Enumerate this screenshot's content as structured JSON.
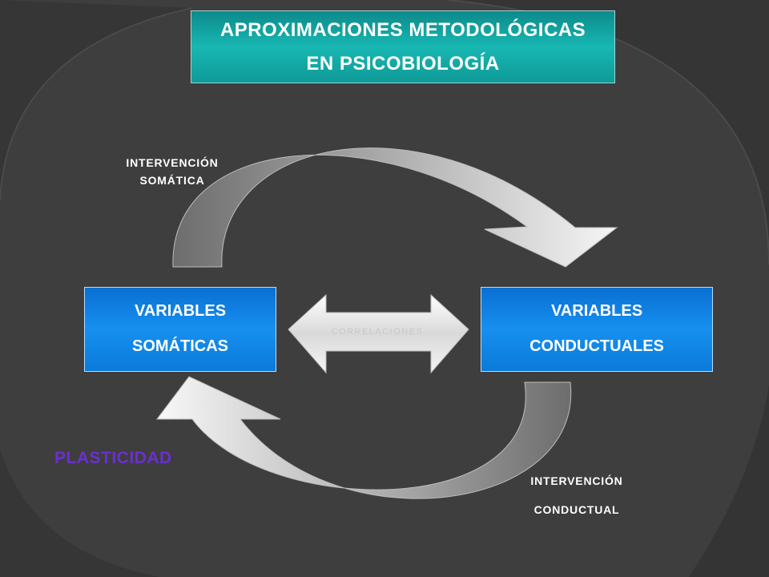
{
  "title": {
    "line1": "APROXIMACIONES METODOLÓGICAS",
    "line2": "EN PSICOBIOLOGÍA"
  },
  "boxes": {
    "somaticas": {
      "line1": "VARIABLES",
      "line2": "SOMÁTICAS"
    },
    "conductuales": {
      "line1": "VARIABLES",
      "line2": "CONDUCTUALES"
    }
  },
  "labels": {
    "intervencion_somatica": {
      "line1": "INTERVENCIÓN",
      "line2": "SOMÁTICA"
    },
    "intervencion_conductual": {
      "line1": "INTERVENCIÓN",
      "line2": "CONDUCTUAL"
    },
    "correlaciones": "CORRELACIONES",
    "plasticidad": "PLASTICIDAD"
  },
  "colors": {
    "background": "#3e3e3e",
    "title_box": "#18b7b3",
    "variable_box": "#1690f0",
    "plasticidad": "#6b2fd0"
  }
}
